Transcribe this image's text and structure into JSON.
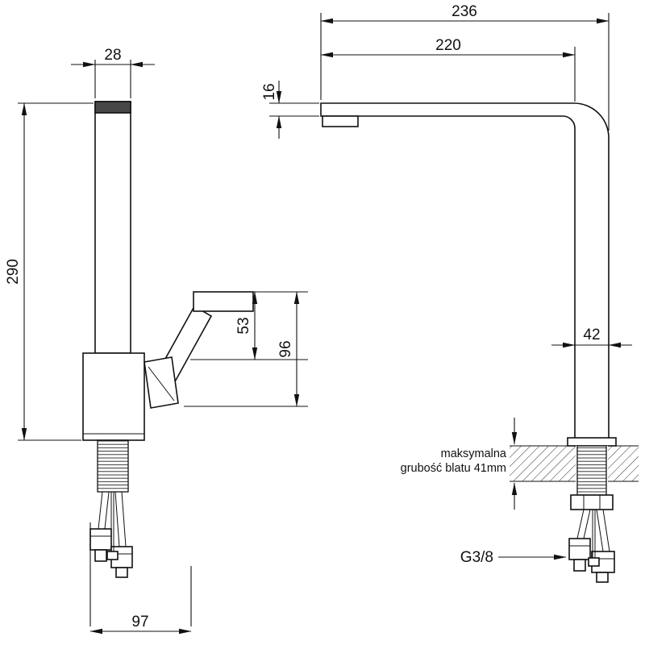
{
  "drawing": {
    "dims": {
      "spout_top_width": "28",
      "height": "290",
      "handle_length": "53",
      "handle_total": "96",
      "base_depth": "97",
      "total_reach": "236",
      "spout_reach": "220",
      "spout_thickness": "16",
      "body_depth": "42",
      "thread": "G3/8"
    },
    "notes": {
      "counter_line1": "maksymalna",
      "counter_line2": "grubość blatu 41mm"
    },
    "colors": {
      "line": "#111111",
      "cap_fill": "#474747",
      "background": "#ffffff"
    }
  }
}
